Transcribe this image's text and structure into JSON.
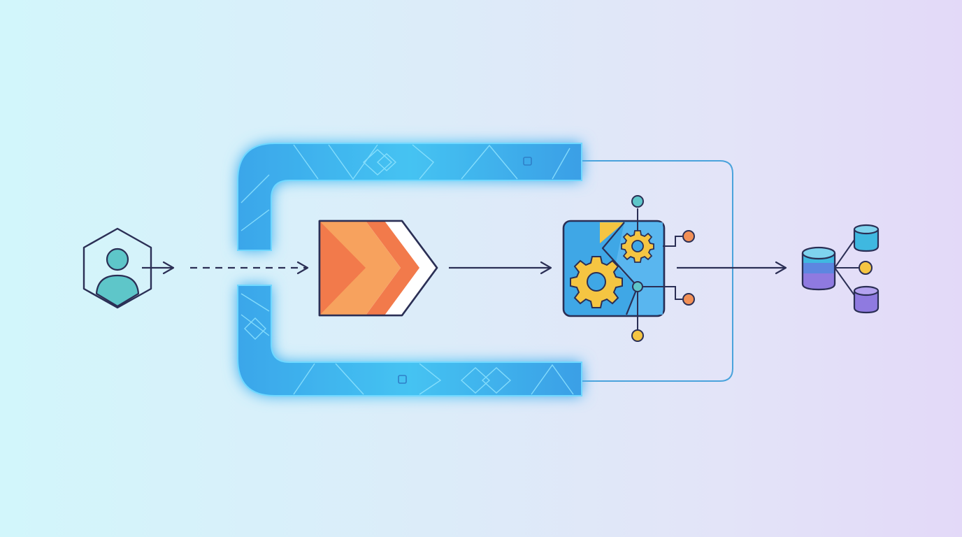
{
  "diagram": {
    "nodes": [
      {
        "id": "user",
        "icon": "user-hexagon-icon"
      },
      {
        "id": "gateway",
        "icon": "chevron-arrow-icon"
      },
      {
        "id": "processor",
        "icon": "gears-circuit-icon"
      },
      {
        "id": "storage",
        "icon": "database-icons"
      }
    ],
    "edges": [
      {
        "from": "user",
        "to": "gateway",
        "style": "dashed"
      },
      {
        "from": "gateway",
        "to": "processor",
        "style": "solid"
      },
      {
        "from": "processor",
        "to": "storage",
        "style": "solid"
      }
    ],
    "loop": {
      "icon": "glowing-pipe-bracket"
    }
  },
  "colors": {
    "stroke": "#2b2f55",
    "pipe": "#3fb2ec",
    "pipe_glow": "#6fd8ff",
    "orange_light": "#f7a25e",
    "orange_dark": "#f27a4b",
    "gear": "#f5c542",
    "box": "#3fa7e6",
    "db_teal": "#3fb8e0",
    "db_purple": "#8f7ae0",
    "dot_yellow": "#f5c542",
    "dot_orange": "#f29057",
    "thin_line": "#4aa3dc"
  }
}
